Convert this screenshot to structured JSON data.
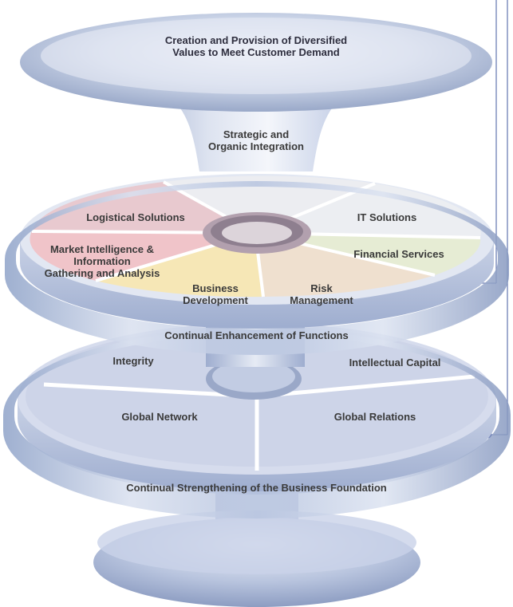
{
  "top_disc": {
    "lines": [
      "Creation and Provision of Diversified",
      "Values to Meet Customer Demand"
    ]
  },
  "funnel": {
    "lines": [
      "Strategic and",
      "Organic Integration"
    ]
  },
  "functions_layer": {
    "segments": {
      "logistical": "Logistical Solutions",
      "it": "IT Solutions",
      "financial": "Financial Services",
      "market_intel": [
        "Market Intelligence &",
        "Information",
        "Gathering and Analysis"
      ],
      "business_dev": [
        "Business",
        "Development"
      ],
      "risk": [
        "Risk",
        "Management"
      ]
    },
    "caption": "Continual Enhancement of Functions"
  },
  "foundation_layer": {
    "segments": {
      "integrity": "Integrity",
      "intellectual": "Intellectual Capital",
      "global_network": "Global Network",
      "global_relations": "Global Relations"
    },
    "caption": "Continual Strengthening of the Business Foundation"
  },
  "colors": {
    "bg": "#ffffff",
    "blue_shade": "#a9b6d4",
    "blue_light": "#dfe5f2",
    "ring": "#8fa3c9",
    "connector": "#6e7fb5",
    "segment_logistical": "#e8c9cf",
    "segment_it": "#ecedf1",
    "segment_financial": "#e6ecd4",
    "segment_market": "#f0c4c9",
    "segment_business": "#f6e7b6",
    "segment_risk": "#efe0cf"
  }
}
